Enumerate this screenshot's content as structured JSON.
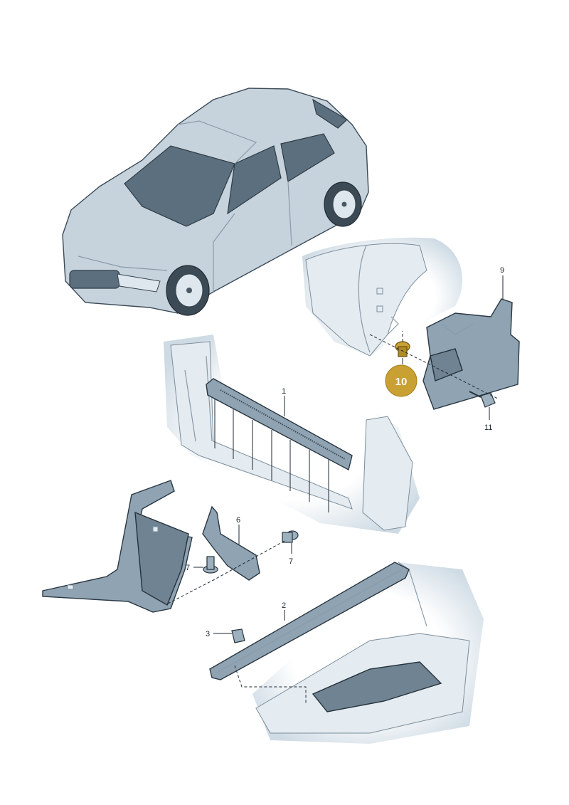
{
  "callouts": [
    {
      "id": "1",
      "text": "1"
    },
    {
      "id": "2",
      "text": "2"
    },
    {
      "id": "3",
      "text": "3"
    },
    {
      "id": "6",
      "text": "6"
    },
    {
      "id": "7a",
      "text": "7"
    },
    {
      "id": "7b",
      "text": "7"
    },
    {
      "id": "9",
      "text": "9"
    },
    {
      "id": "10",
      "text": "10"
    },
    {
      "id": "11",
      "text": "11"
    }
  ],
  "highlight": {
    "text": "10",
    "color": "#c9a032",
    "text_color": "#ffffff"
  },
  "colors": {
    "part": "#8fa3b2",
    "context": "#e4ebf1",
    "vignette": "#c5d4df"
  }
}
